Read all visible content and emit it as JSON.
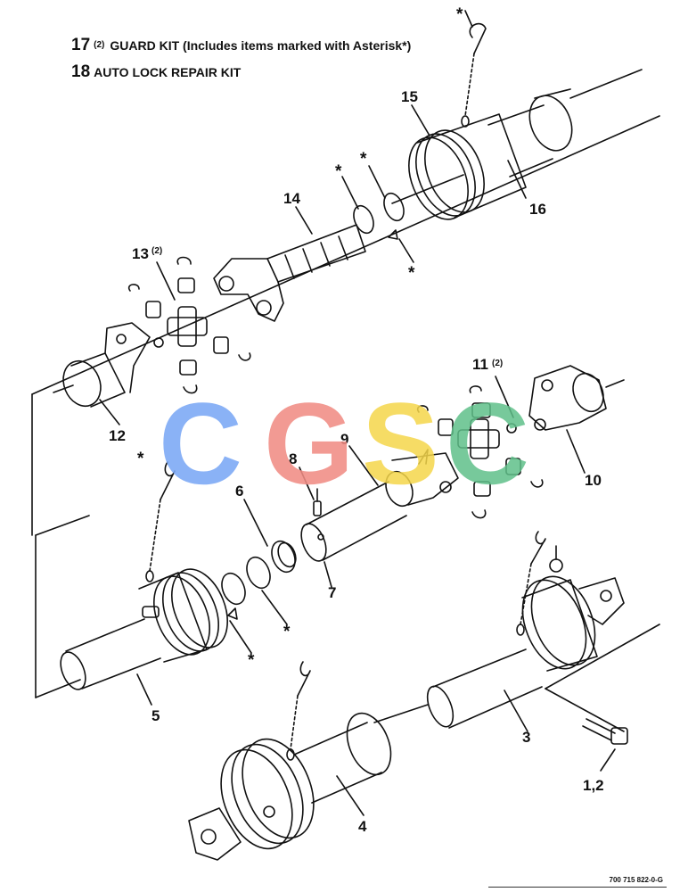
{
  "legend": [
    {
      "num": "17",
      "qty": "(2)",
      "text": "GUARD KIT (Includes items marked with Asterisk*)"
    },
    {
      "num": "18",
      "qty": "",
      "text": "AUTO LOCK REPAIR KIT"
    }
  ],
  "callouts": {
    "c1_2": "1,2",
    "c3": "3",
    "c4": "4",
    "c5": "5",
    "c6": "6",
    "c7": "7",
    "c8": "8",
    "c9": "9",
    "c10": "10",
    "c11": "11",
    "c11_qty": "(2)",
    "c12": "12",
    "c13": "13",
    "c13_qty": "(2)",
    "c14": "14",
    "c15": "15",
    "c16": "16"
  },
  "asterisk": "*",
  "figure_number": "700 715 822-0-G",
  "watermark": {
    "text": "CGSC",
    "colors": [
      "#7aa7f5",
      "#f08c84",
      "#f5d64a",
      "#5fbf8a"
    ]
  }
}
